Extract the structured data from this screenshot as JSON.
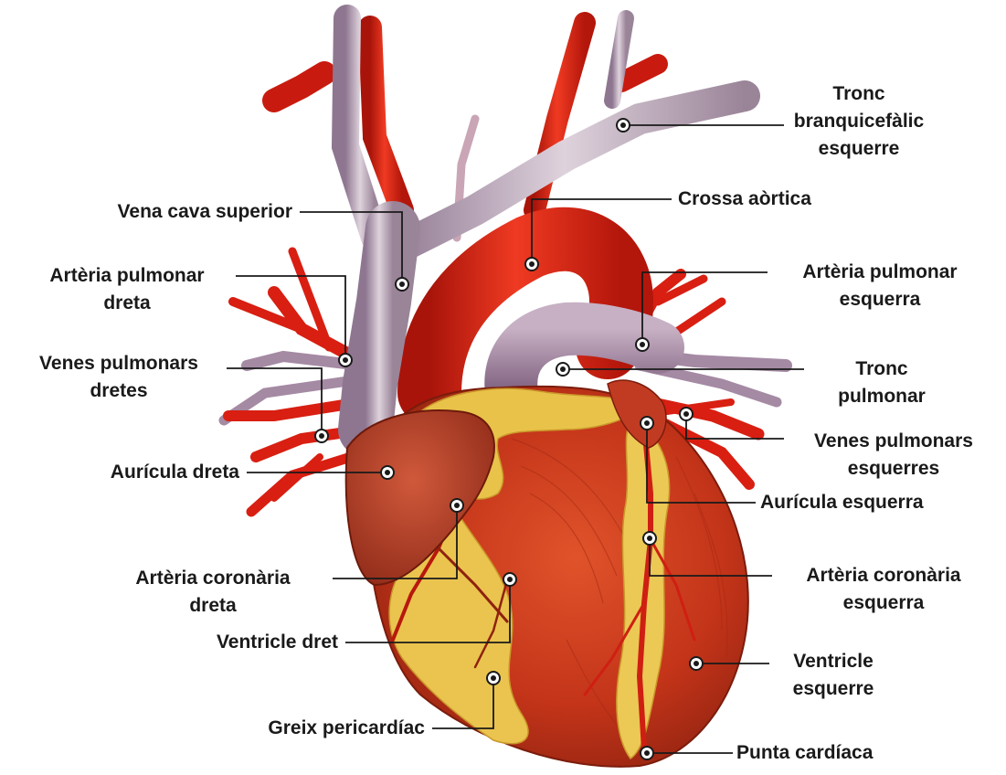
{
  "labels": {
    "tronc_branquicefalic": [
      "Tronc",
      "branquicefàlic",
      "esquerre"
    ],
    "vena_cava_superior": [
      "Vena cava superior"
    ],
    "crossa_aortica": [
      "Crossa aòrtica"
    ],
    "arteria_pulmonar_dreta": [
      "Artèria pulmonar",
      "dreta"
    ],
    "arteria_pulmonar_esquerra": [
      "Artèria pulmonar",
      "esquerra"
    ],
    "venes_pulmonars_dretes": [
      "Venes pulmonars",
      "dretes"
    ],
    "tronc_pulmonar": [
      "Tronc",
      "pulmonar"
    ],
    "venes_pulmonars_esquerres": [
      "Venes pulmonars",
      "esquerres"
    ],
    "auricula_dreta": [
      "Aurícula dreta"
    ],
    "auricula_esquerra": [
      "Aurícula esquerra"
    ],
    "arteria_coronaria_dreta": [
      "Artèria coronària",
      "dreta"
    ],
    "arteria_coronaria_esquerra": [
      "Artèria coronària",
      "esquerra"
    ],
    "ventricle_dret": [
      "Ventricle dret"
    ],
    "ventricle_esquerre": [
      "Ventricle",
      "esquerre"
    ],
    "greix_pericardiac": [
      "Greix pericardíac"
    ],
    "punta_cardiaca": [
      "Punta cardíaca"
    ]
  },
  "colors": {
    "artery": "#d81f12",
    "artery_dark": "#9e1208",
    "vein": "#b9a6b6",
    "vein_dark": "#8a6f86",
    "pulmonary_trunk": "#9a7fa0",
    "muscle": "#c73a1c",
    "muscle_dark": "#8f2210",
    "fat": "#e9c24a",
    "fat_light": "#f4dc7a",
    "atrium": "#b8402a",
    "leader_line": "#1a1a1a"
  }
}
